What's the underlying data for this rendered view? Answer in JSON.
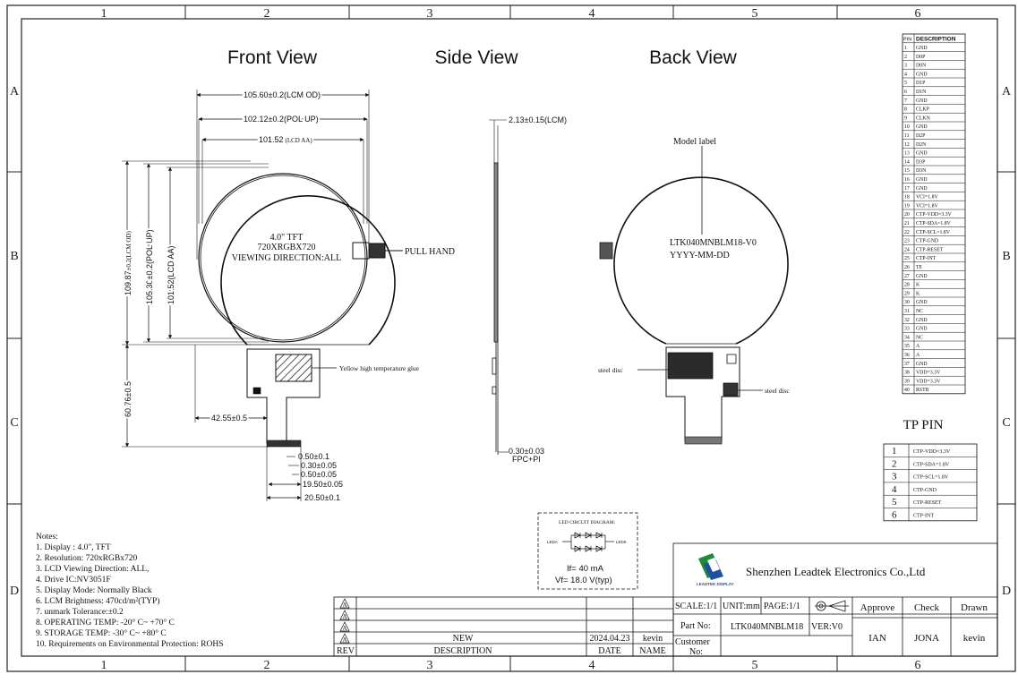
{
  "frame": {
    "columns": [
      "1",
      "2",
      "3",
      "4",
      "5",
      "6"
    ],
    "rows": [
      "A",
      "B",
      "C",
      "D"
    ]
  },
  "views": {
    "front": "Front View",
    "side": "Side View",
    "back": "Back View"
  },
  "front_view": {
    "dim_lcm_od": "105.60±0.2(LCM OD)",
    "dim_pol_up": "102.12±0.2(POL UP)",
    "dim_lcd_aa": "101.52",
    "dim_lcd_aa_suffix": "(LCD AA)",
    "dim_v_lcm_od_a": "109.87",
    "dim_v_lcm_od_b": "±0.2(LCM OD)",
    "dim_v_pol_up_a": "105.30",
    "dim_v_pol_up_b": "±0.2(POL UP)",
    "dim_v_lcd_aa": "101.52(LCD AA)",
    "dim_tail_h": "60.76±0.5",
    "dim_tail_x": "42.55±0.5",
    "center_text": [
      "4.0\" TFT",
      "720XRGBX720",
      "VIEWING DIRECTION:ALL"
    ],
    "pull_hand": "PULL HAND",
    "glue_note": "Yellow high temperature glue",
    "pin_dims": [
      "0.50±0.1",
      "0.30±0.05",
      "0.50±0.05",
      "19.50±0.05",
      "20.50±0.1"
    ]
  },
  "side_view": {
    "thickness": "2.13±0.15(LCM)",
    "fpc": "0.30±0.03",
    "fpc_label": "FPC+PI"
  },
  "back_view": {
    "model_label": "Model label",
    "model_line1": "LTK040MNBLM18-V0",
    "model_line2": "YYYY-MM-DD",
    "steel_disc_left": "steel disc",
    "steel_disc_right": "steel disc"
  },
  "pin_table": {
    "header_pin": "PIN",
    "header_desc": "DESCRIPTION",
    "rows": [
      [
        "1",
        "GND"
      ],
      [
        "2",
        "D0P"
      ],
      [
        "3",
        "D0N"
      ],
      [
        "4",
        "GND"
      ],
      [
        "5",
        "D1P"
      ],
      [
        "6",
        "D1N"
      ],
      [
        "7",
        "GND"
      ],
      [
        "8",
        "CLKP"
      ],
      [
        "9",
        "CLKN"
      ],
      [
        "10",
        "GND"
      ],
      [
        "11",
        "D2P"
      ],
      [
        "12",
        "D2N"
      ],
      [
        "13",
        "GND"
      ],
      [
        "14",
        "D3P"
      ],
      [
        "15",
        "D3N"
      ],
      [
        "16",
        "GND"
      ],
      [
        "17",
        "GND"
      ],
      [
        "18",
        "VCI=1.8V"
      ],
      [
        "19",
        "VCI=1.8V"
      ],
      [
        "20",
        "CTP-VDD=3.3V"
      ],
      [
        "21",
        "CTP-SDA=1.8V"
      ],
      [
        "22",
        "CTP-SCL=1.8V"
      ],
      [
        "23",
        "CTP-GND"
      ],
      [
        "24",
        "CTP-RESET"
      ],
      [
        "25",
        "CTP-INT"
      ],
      [
        "26",
        "TE"
      ],
      [
        "27",
        "GND"
      ],
      [
        "28",
        "K"
      ],
      [
        "29",
        "K"
      ],
      [
        "30",
        "GND"
      ],
      [
        "31",
        "NC"
      ],
      [
        "32",
        "GND"
      ],
      [
        "33",
        "GND"
      ],
      [
        "34",
        "NC"
      ],
      [
        "35",
        "A"
      ],
      [
        "36",
        "A"
      ],
      [
        "37",
        "GND"
      ],
      [
        "38",
        "VDD=3.3V"
      ],
      [
        "39",
        "VDD=3.3V"
      ],
      [
        "40",
        "RSTB"
      ]
    ]
  },
  "tp_pin": {
    "title": "TP PIN",
    "rows": [
      [
        "1",
        "CTP-VDD=3.3V"
      ],
      [
        "2",
        "CTP-SDA=1.8V"
      ],
      [
        "3",
        "CTP-SCL=1.8V"
      ],
      [
        "4",
        "CTP-GND"
      ],
      [
        "5",
        "CTP-RESET"
      ],
      [
        "6",
        "CTP-INT"
      ]
    ]
  },
  "notes": {
    "title": "Notes:",
    "items": [
      "1. Display : 4.0\",   TFT",
      "2. Resolution: 720xRGBx720",
      "3. LCD Viewing Direction: ALL,",
      "4. Drive IC:NV3051F",
      "5. Display Mode: Normally Black",
      "6. LCM Brightness: 470cd/m²(TYP)",
      "7. unmark Tolerance:±0.2",
      "8. OPERATING TEMP: -20° C~ +70° C",
      "9. STORAGE TEMP: -30° C~ +80° C",
      "10. Requirements on Environmental Protection: ROHS"
    ]
  },
  "led": {
    "title": "LED CIRCUIT DIAGRAM:",
    "leda": "LEDA",
    "ledk": "LEDK",
    "if": "If= 40 mA",
    "vf": "Vf= 18.0 V(typ)"
  },
  "revision": {
    "row_desc": "NEW",
    "row_date": "2024.04.23",
    "row_name": "kevin",
    "head_rev": "REV",
    "head_desc": "DESCRIPTION",
    "head_date": "DATE",
    "head_name": "NAME",
    "symbol": "A"
  },
  "title_block": {
    "logo_text": "LEADTEK DISPLAY",
    "company": "Shenzhen Leadtek Electronics Co.,Ltd",
    "scale": "SCALE:1/1",
    "unit": "UNIT:mm",
    "page": "PAGE:1/1",
    "approve": "Approve",
    "check": "Check",
    "drawn": "Drawn",
    "part_no_label": "Part No:",
    "part_no": "LTK040MNBLM18",
    "ver": "VER:V0",
    "customer_label": "Customer",
    "customer_no": "No:",
    "approve_name": "IAN",
    "check_name": "JONA",
    "drawn_name": "kevin"
  },
  "colors": {
    "line": "#111111",
    "border": "#222222",
    "dark_fill": "#2b2b2b",
    "grey_fill": "#6b6b6b",
    "logo_green": "#1e8a3c",
    "logo_blue": "#1f4fa0"
  }
}
